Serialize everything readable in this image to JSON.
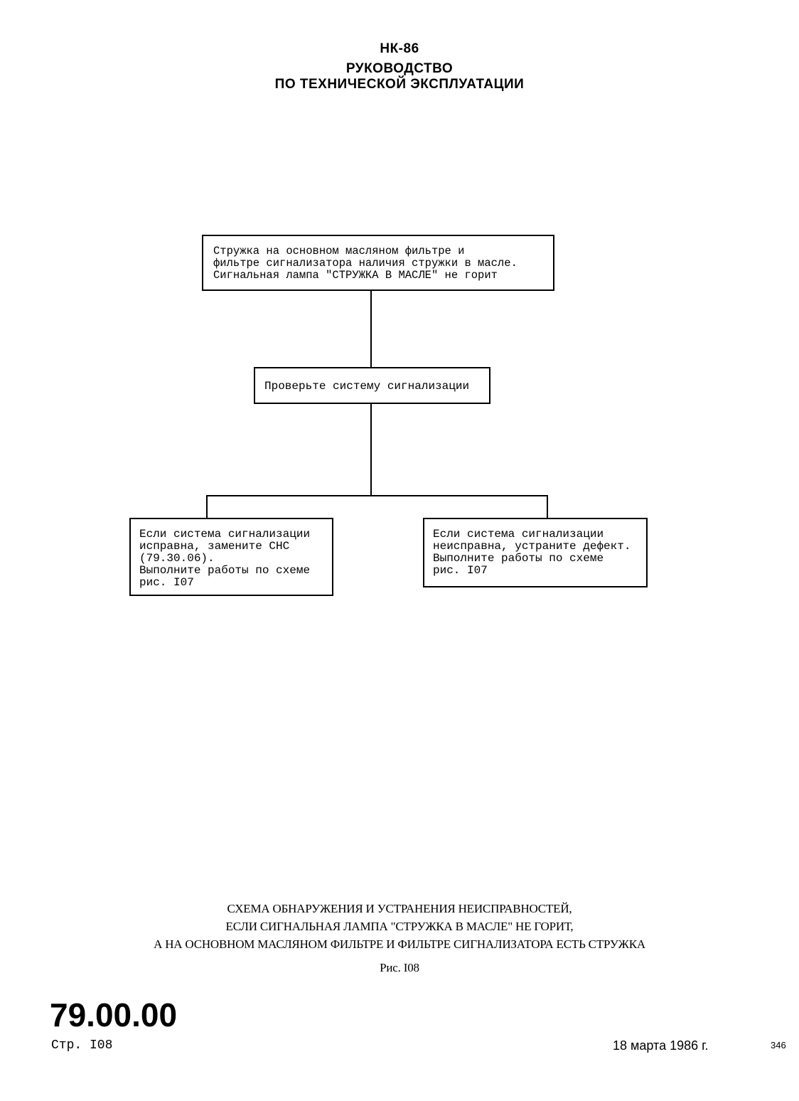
{
  "header": {
    "model": "НК-86",
    "title_line1": "РУКОВОДСТВО",
    "title_line2": "ПО ТЕХНИЧЕСКОЙ ЭКСПЛУАТАЦИИ"
  },
  "flowchart": {
    "top_box": "Стружка на основном масляном фильтре и\nфильтре сигнализатора наличия стружки в масле.\nСигнальная лампа \"СТРУЖКА В МАСЛЕ\" не горит",
    "middle_box": "Проверьте систему сигнализации",
    "left_box": "Если система сигнализации\nисправна, замените СНС\n(79.30.06).\nВыполните работы по схеме\nрис. I07",
    "right_box": "Если система сигнализации\nнеисправна, устраните дефект.\nВыполните работы по схеме\nрис. I07"
  },
  "caption": {
    "line1": "СХЕМА ОБНАРУЖЕНИЯ И УСТРАНЕНИЯ НЕИСПРАВНОСТЕЙ,",
    "line2": "ЕСЛИ СИГНАЛЬНАЯ ЛАМПА \"СТРУЖКА В МАСЛЕ\" НЕ ГОРИТ,",
    "line3": "А НА ОСНОВНОМ МАСЛЯНОМ ФИЛЬТРЕ И ФИЛЬТРЕ СИГНАЛИЗАТОРА ЕСТЬ СТРУЖКА",
    "figure": "Рис. I08"
  },
  "footer": {
    "section_code": "79.00.00",
    "page": "Стр. I08",
    "date": "18 марта 1986 г.",
    "sheet_number": "346"
  }
}
